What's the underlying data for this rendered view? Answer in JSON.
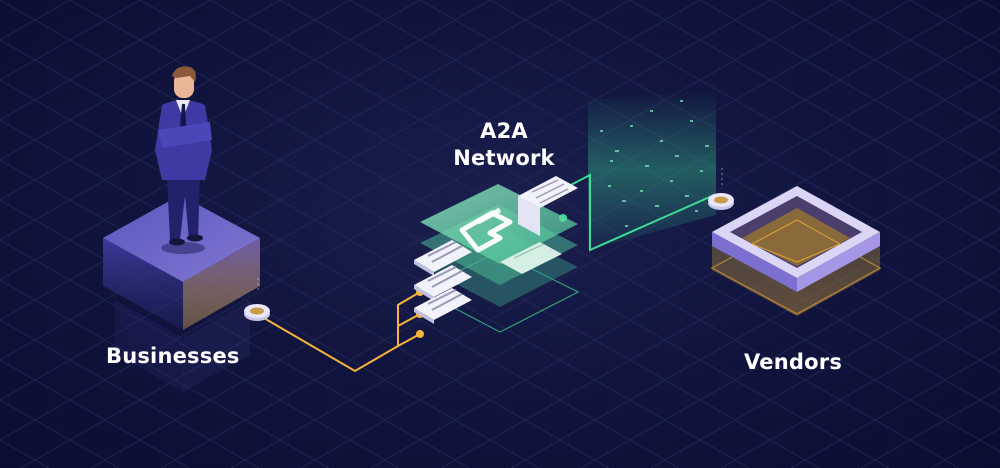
{
  "network": {
    "line1": "A2A",
    "line2": "Network"
  },
  "businesses": {
    "label": "Businesses"
  },
  "vendors": {
    "label": "Vendors"
  },
  "colors": {
    "background": "#0f1340",
    "grid": "#232a5c",
    "connector_business": "#f5b43a",
    "connector_vendor": "#3ddc97",
    "network_layer": "#7fe0b0",
    "pedestal": "#4d4fa8",
    "vendor_frame": "#c9c4f2"
  },
  "icons": {
    "network_logo": "a2a-logo-icon",
    "person": "businessman-icon",
    "tray": "vendor-tray-icon",
    "coin": "coin-icon",
    "document": "document-icon"
  }
}
